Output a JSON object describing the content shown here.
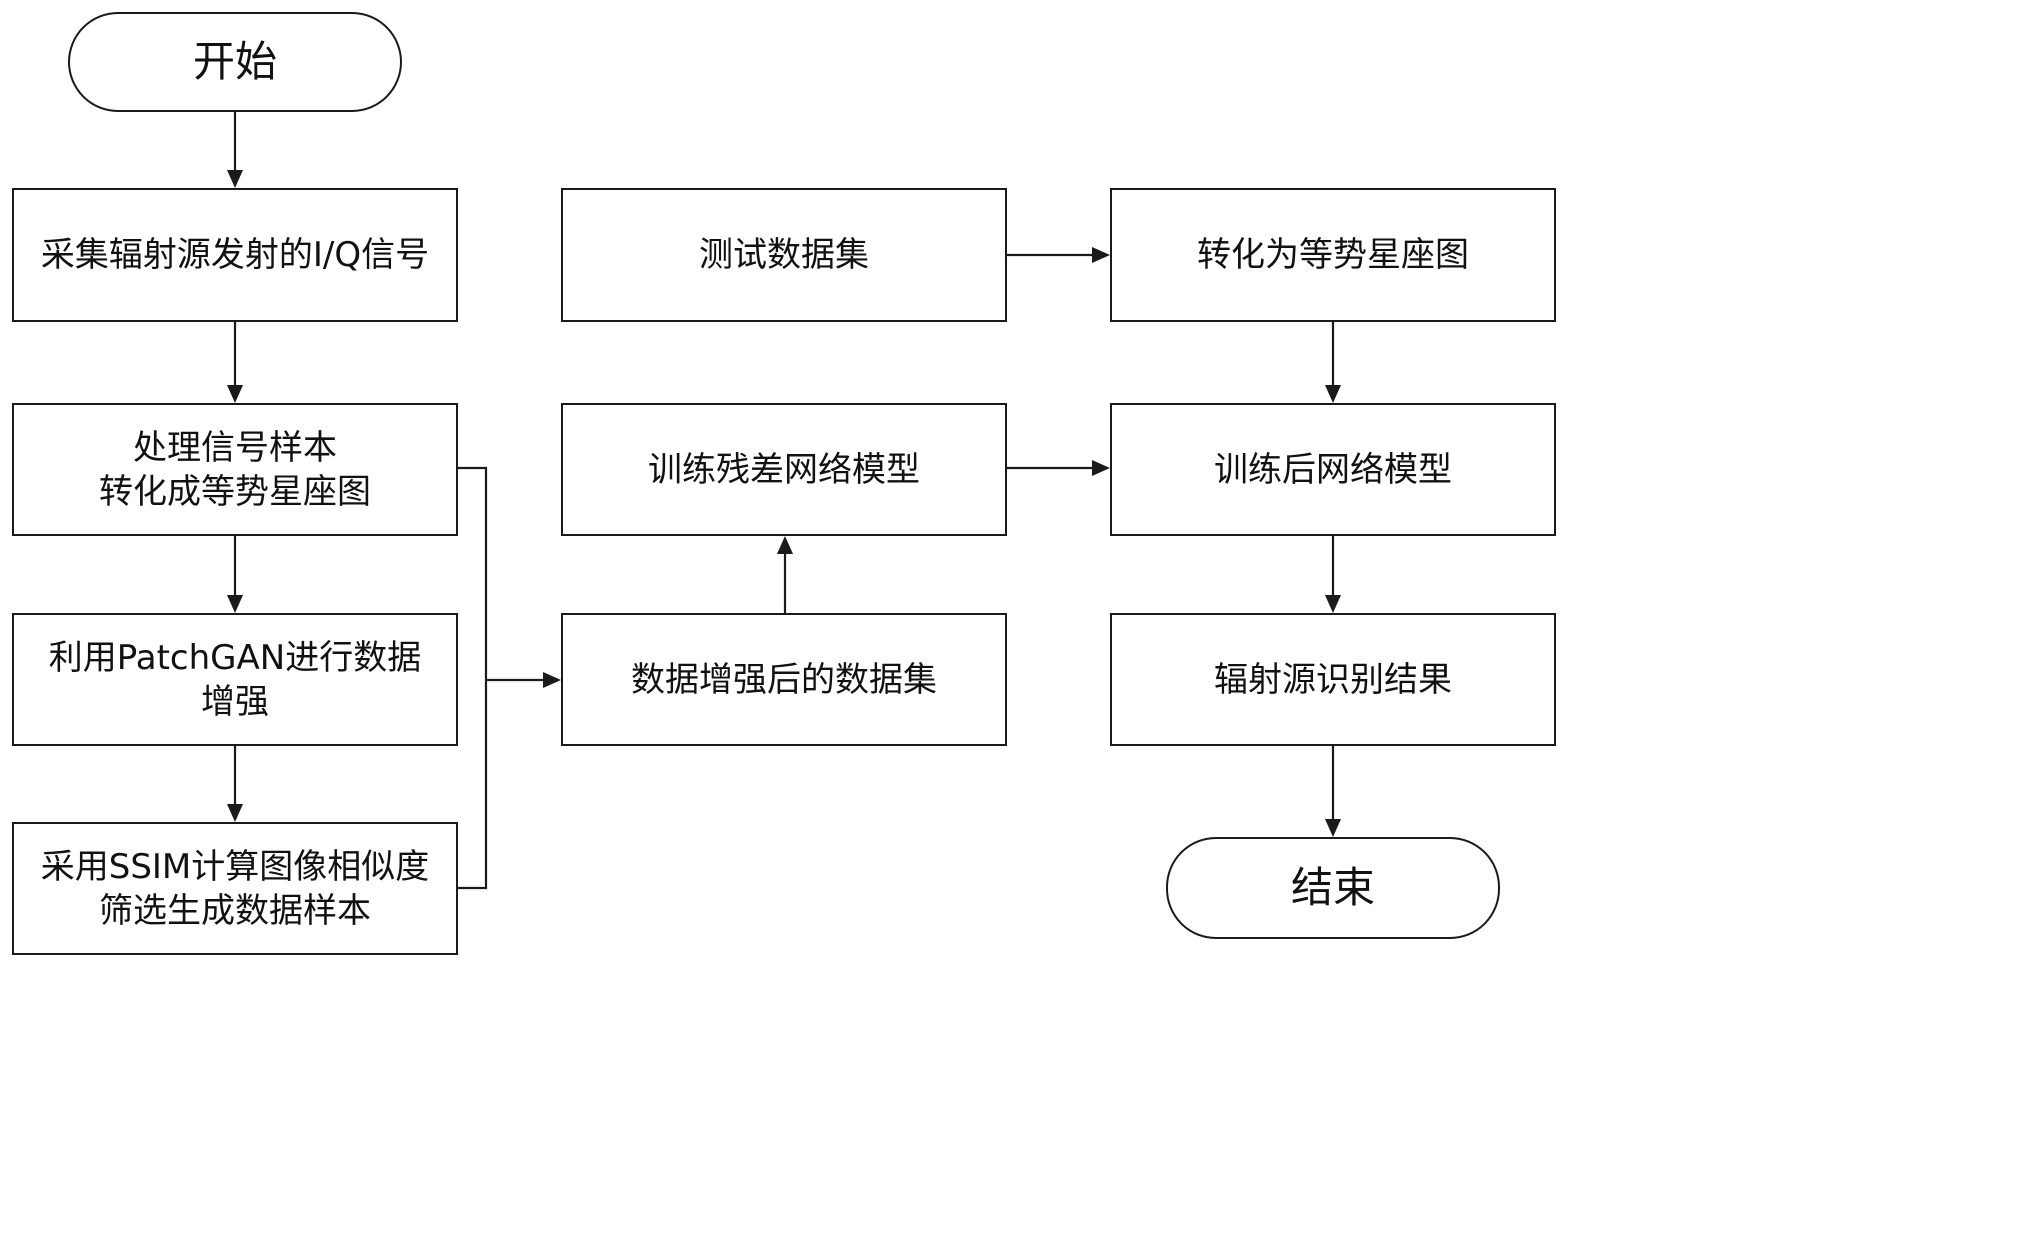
{
  "nodes": {
    "start": "开始",
    "collect": "采集辐射源发射的I/Q信号",
    "process": "处理信号样本\n转化成等势星座图",
    "augment": "利用PatchGAN进行数据\n增强",
    "ssim": "采用SSIM计算图像相似度\n筛选生成数据样本",
    "test_set": "测试数据集",
    "train_resnet": "训练残差网络模型",
    "aug_set": "数据增强后的数据集",
    "convert": "转化为等势星座图",
    "trained_model": "训练后网络模型",
    "result": "辐射源识别结果",
    "end": "结束"
  }
}
